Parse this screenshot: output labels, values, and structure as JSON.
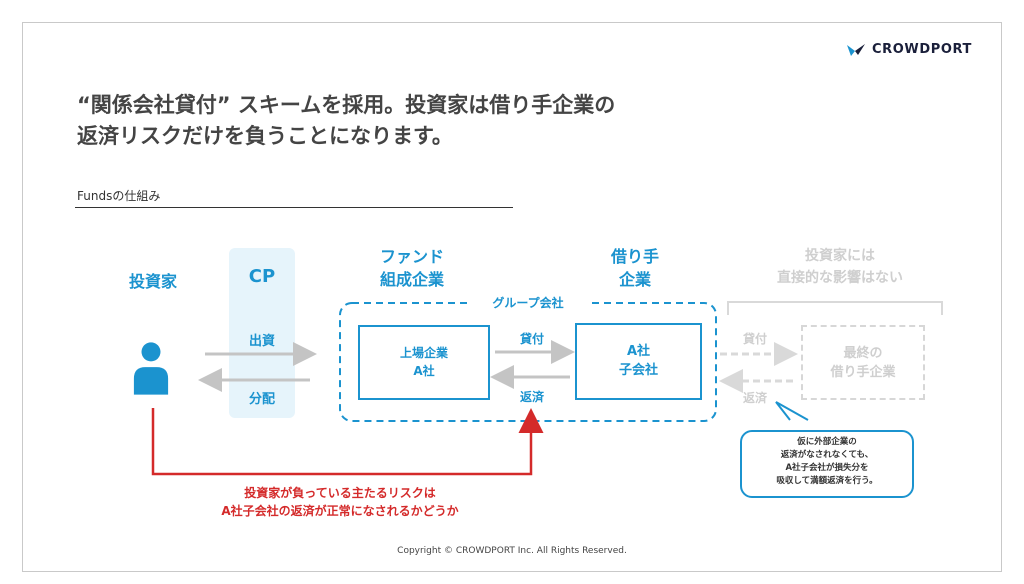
{
  "brand": {
    "name": "CROWDPORT"
  },
  "headline": {
    "line1": "“関係会社貸付” スキームを採用。投資家は借り手企業の",
    "line2": "返済リスクだけを負うことになります。"
  },
  "section_title": "Fundsの仕組み",
  "diagram": {
    "investor_label": "投資家",
    "cp_label": "CP",
    "cp_in": "出資",
    "cp_out": "分配",
    "fund_header_line1": "ファンド",
    "fund_header_line2": "組成企業",
    "group_label": "グループ会社",
    "listed_box_line1": "上場企業",
    "listed_box_line2": "A社",
    "loan_label": "貸付",
    "repay_label": "返済",
    "borrower_header_line1": "借り手",
    "borrower_header_line2": "企業",
    "sub_box_line1": "A社",
    "sub_box_line2": "子会社",
    "no_effect_line1": "投資家には",
    "no_effect_line2": "直接的な影響はない",
    "ghost_loan": "貸付",
    "ghost_repay": "返済",
    "final_box_line1": "最終の",
    "final_box_line2": "借り手企業",
    "callout_line1": "仮に外部企業の",
    "callout_line2": "返済がなされなくても、",
    "callout_line3": "A社子会社が損失分を",
    "callout_line4": "吸収して満額返済を行う。",
    "risk_line1": "投資家が負っている主たるリスクは",
    "risk_line2": "A社子会社の返済が正常になされるかどうか"
  },
  "colors": {
    "blue": "#1b93cf",
    "red": "#d42a2a",
    "gray": "#c4c4c4",
    "ghost": "#cfcfcf"
  },
  "footer": {
    "copyright": "Copyright © CROWDPORT Inc. All Rights Reserved."
  }
}
